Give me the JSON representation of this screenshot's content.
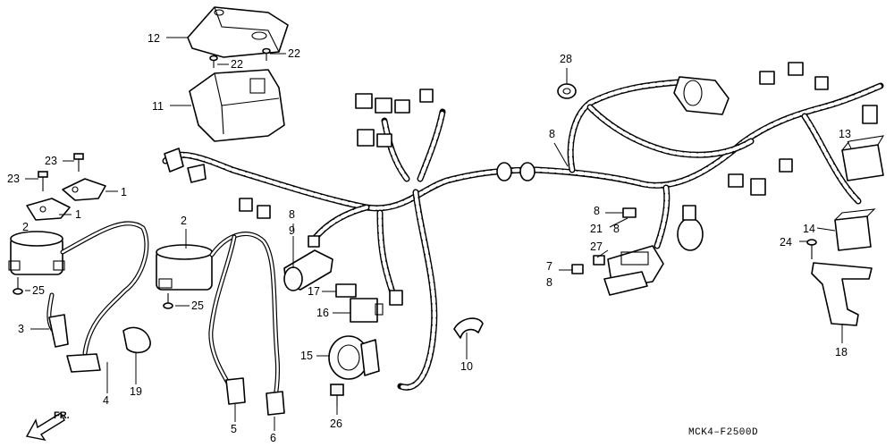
{
  "diagram": {
    "code": "MCK4–F2500D",
    "front_label": "FR.",
    "callouts": [
      {
        "id": "c12",
        "text": "12"
      },
      {
        "id": "c22a",
        "text": "22"
      },
      {
        "id": "c22b",
        "text": "22"
      },
      {
        "id": "c11",
        "text": "11"
      },
      {
        "id": "c23a",
        "text": "23"
      },
      {
        "id": "c23b",
        "text": "23"
      },
      {
        "id": "c1a",
        "text": "1"
      },
      {
        "id": "c1b",
        "text": "1"
      },
      {
        "id": "c2a",
        "text": "2"
      },
      {
        "id": "c25a",
        "text": "25"
      },
      {
        "id": "c3",
        "text": "3"
      },
      {
        "id": "c4",
        "text": "4"
      },
      {
        "id": "c19",
        "text": "19"
      },
      {
        "id": "c2b",
        "text": "2"
      },
      {
        "id": "c25b",
        "text": "25"
      },
      {
        "id": "c5",
        "text": "5"
      },
      {
        "id": "c6",
        "text": "6"
      },
      {
        "id": "c8a",
        "text": "8"
      },
      {
        "id": "c9",
        "text": "9"
      },
      {
        "id": "c17",
        "text": "17"
      },
      {
        "id": "c16",
        "text": "16"
      },
      {
        "id": "c15",
        "text": "15"
      },
      {
        "id": "c26",
        "text": "26"
      },
      {
        "id": "c10",
        "text": "10"
      },
      {
        "id": "c28",
        "text": "28"
      },
      {
        "id": "c8b",
        "text": "8"
      },
      {
        "id": "c8c",
        "text": "8"
      },
      {
        "id": "c21",
        "text": "21"
      },
      {
        "id": "c8d",
        "text": "8"
      },
      {
        "id": "c27",
        "text": "27"
      },
      {
        "id": "c7",
        "text": "7"
      },
      {
        "id": "c8e",
        "text": "8"
      },
      {
        "id": "c13",
        "text": "13"
      },
      {
        "id": "c14",
        "text": "14"
      },
      {
        "id": "c24",
        "text": "24"
      },
      {
        "id": "c18",
        "text": "18"
      }
    ]
  }
}
